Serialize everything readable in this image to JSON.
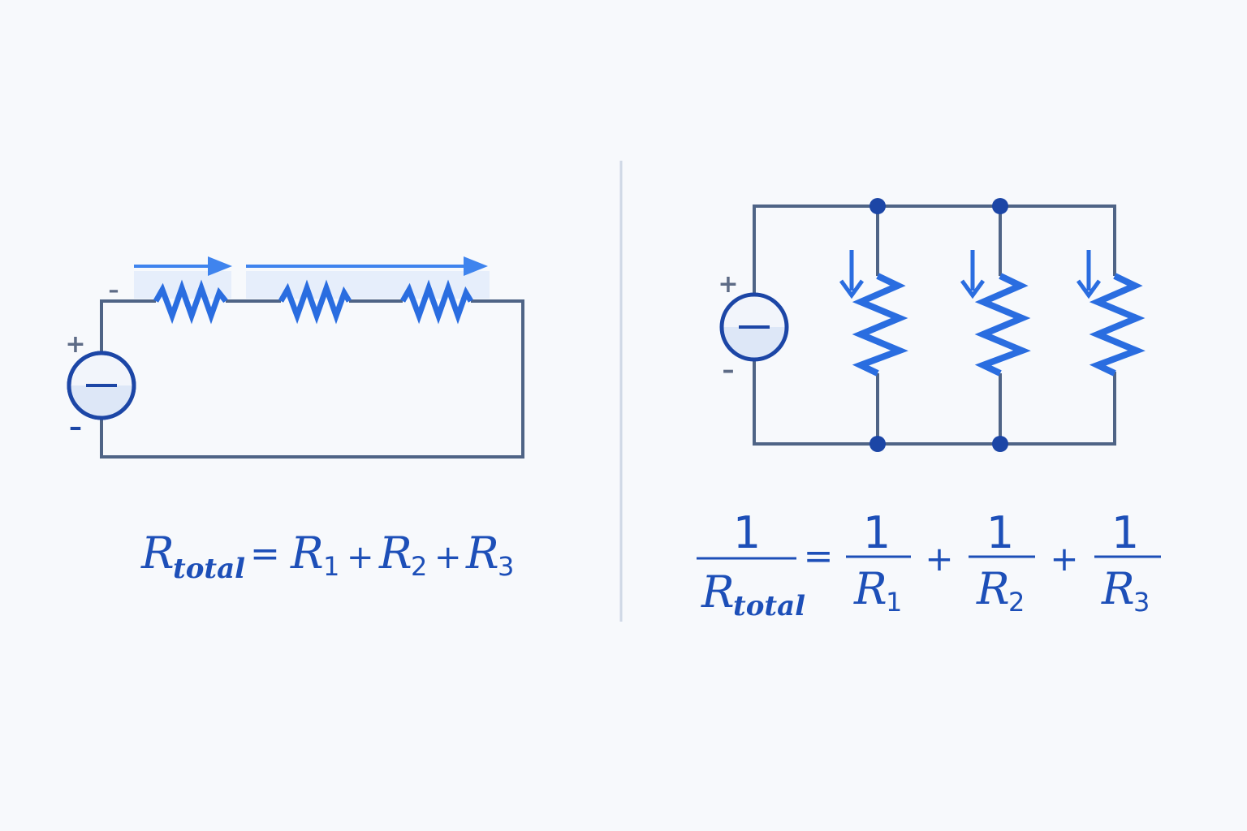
{
  "colors": {
    "background": "#f7f9fc",
    "wire": "#4f6486",
    "resistor": "#2a6de0",
    "arrow": "#3f84ee",
    "formula": "#1d4fb8",
    "source": "#1c46a6",
    "node": "#1c46a6",
    "divider": "#cfd8e6"
  },
  "series_circuit": {
    "source_plus": "+",
    "source_minus": "–",
    "top_minus": "–",
    "formula": {
      "lhs_symbol": "R",
      "lhs_subscript": "total",
      "equals": "=",
      "terms": [
        {
          "symbol": "R",
          "subscript": "1"
        },
        {
          "symbol": "R",
          "subscript": "2"
        },
        {
          "symbol": "R",
          "subscript": "3"
        }
      ],
      "operator": "+"
    }
  },
  "parallel_circuit": {
    "source_plus": "+",
    "source_minus": "–",
    "formula": {
      "numerator": "1",
      "lhs_symbol": "R",
      "lhs_subscript": "total",
      "equals": "=",
      "terms": [
        {
          "symbol": "R",
          "subscript": "1"
        },
        {
          "symbol": "R",
          "subscript": "2"
        },
        {
          "symbol": "R",
          "subscript": "3"
        }
      ],
      "operator": "+"
    }
  }
}
